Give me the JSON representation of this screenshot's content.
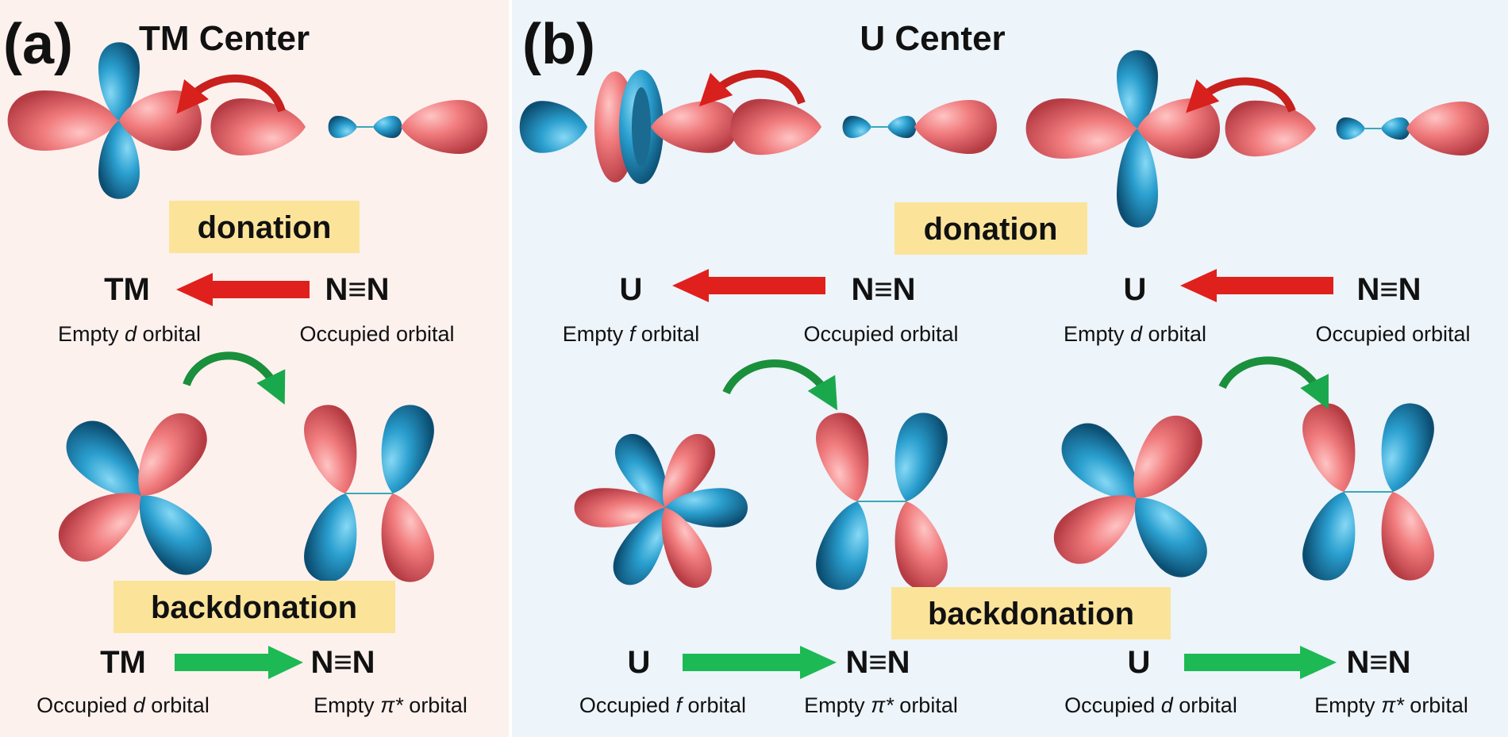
{
  "panel_a": {
    "label": "(a)",
    "title": "TM Center",
    "donation": {
      "pill": "donation",
      "left_symbol": "TM",
      "right_symbol": "N≡N",
      "left_desc_pre": "Empty ",
      "left_desc_italic": "d",
      "left_desc_post": " orbital",
      "right_desc": "Occupied orbital"
    },
    "backdonation": {
      "pill": "backdonation",
      "left_symbol": "TM",
      "right_symbol": "N≡N",
      "left_desc_pre": "Occupied ",
      "left_desc_italic": "d",
      "left_desc_post": " orbital",
      "right_desc_pre": "Empty ",
      "right_desc_italic": "π*",
      "right_desc_post": " orbital"
    }
  },
  "panel_b": {
    "label": "(b)",
    "title": "U Center",
    "donation_pill": "donation",
    "backdonation_pill": "backdonation",
    "donation_f": {
      "left_symbol": "U",
      "right_symbol": "N≡N",
      "left_desc_pre": "Empty ",
      "left_desc_italic": "f",
      "left_desc_post": " orbital",
      "right_desc": "Occupied orbital"
    },
    "donation_d": {
      "left_symbol": "U",
      "right_symbol": "N≡N",
      "left_desc_pre": "Empty ",
      "left_desc_italic": "d",
      "left_desc_post": " orbital",
      "right_desc": "Occupied orbital"
    },
    "backdonation_f": {
      "left_symbol": "U",
      "right_symbol": "N≡N",
      "left_desc_pre": "Occupied ",
      "left_desc_italic": "f",
      "left_desc_post": " orbital",
      "right_desc_pre": "Empty ",
      "right_desc_italic": "π*",
      "right_desc_post": " orbital"
    },
    "backdonation_d": {
      "left_symbol": "U",
      "right_symbol": "N≡N",
      "left_desc_pre": "Occupied ",
      "left_desc_italic": "d",
      "left_desc_post": " orbital",
      "right_desc_pre": "Empty ",
      "right_desc_italic": "π*",
      "right_desc_post": " orbital"
    }
  },
  "colors": {
    "panel_a_bg": "#fdf1ee",
    "panel_b_bg": "#edf4fa",
    "lobe_red": "#f07a7c",
    "lobe_blue": "#2a9fcf",
    "pill": "#fbe49a",
    "donation_arrow": "#e0201c",
    "backdonation_arrow": "#1db954"
  }
}
